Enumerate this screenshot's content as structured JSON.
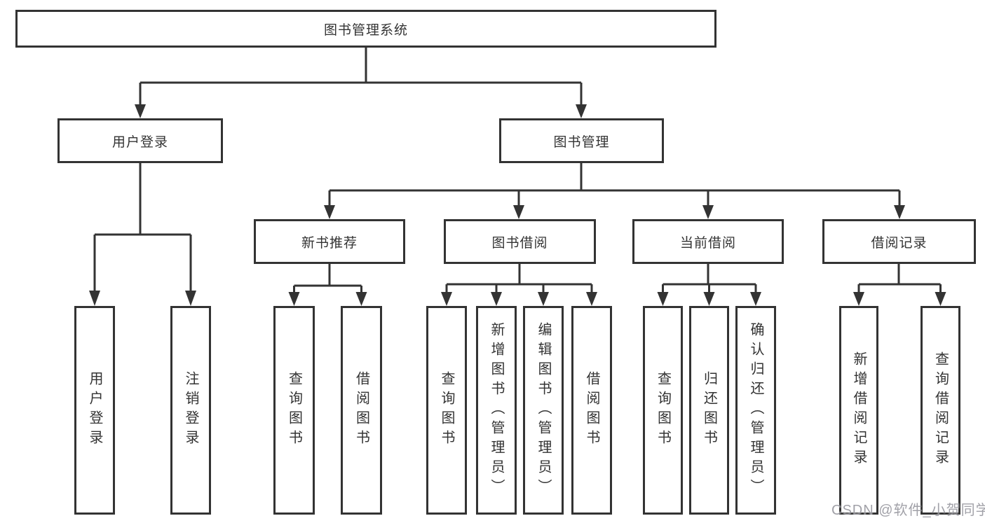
{
  "diagram": {
    "root": {
      "label": "图书管理系统"
    },
    "level2": [
      {
        "id": "user-login",
        "label": "用户登录"
      },
      {
        "id": "book-management",
        "label": "图书管理"
      }
    ],
    "level3": [
      {
        "id": "new-book-recommend",
        "label": "新书推荐",
        "parent": "图书管理"
      },
      {
        "id": "book-borrow",
        "label": "图书借阅",
        "parent": "图书管理"
      },
      {
        "id": "current-borrow",
        "label": "当前借阅",
        "parent": "图书管理"
      },
      {
        "id": "borrow-records",
        "label": "借阅记录",
        "parent": "图书管理"
      }
    ],
    "leaves": [
      {
        "parent": "用户登录",
        "label": "用户登录"
      },
      {
        "parent": "用户登录",
        "label": "注销登录"
      },
      {
        "parent": "新书推荐",
        "label": "查询图书"
      },
      {
        "parent": "新书推荐",
        "label": "借阅图书"
      },
      {
        "parent": "图书借阅",
        "label": "查询图书"
      },
      {
        "parent": "图书借阅",
        "label": "新增图书（管理员）"
      },
      {
        "parent": "图书借阅",
        "label": "编辑图书（管理员）"
      },
      {
        "parent": "图书借阅",
        "label": "借阅图书"
      },
      {
        "parent": "当前借阅",
        "label": "查询图书"
      },
      {
        "parent": "当前借阅",
        "label": "归还图书"
      },
      {
        "parent": "当前借阅",
        "label": "确认归还（管理员）"
      },
      {
        "parent": "借阅记录",
        "label": "新增借阅记录"
      },
      {
        "parent": "借阅记录",
        "label": "查询借阅记录"
      }
    ]
  },
  "watermark": {
    "text": "CSDN @软件_小贺同学"
  },
  "colors": {
    "line": "#333333",
    "border": "#333333",
    "text": "#333333",
    "background": "#ffffff",
    "watermark": "#91919a"
  }
}
